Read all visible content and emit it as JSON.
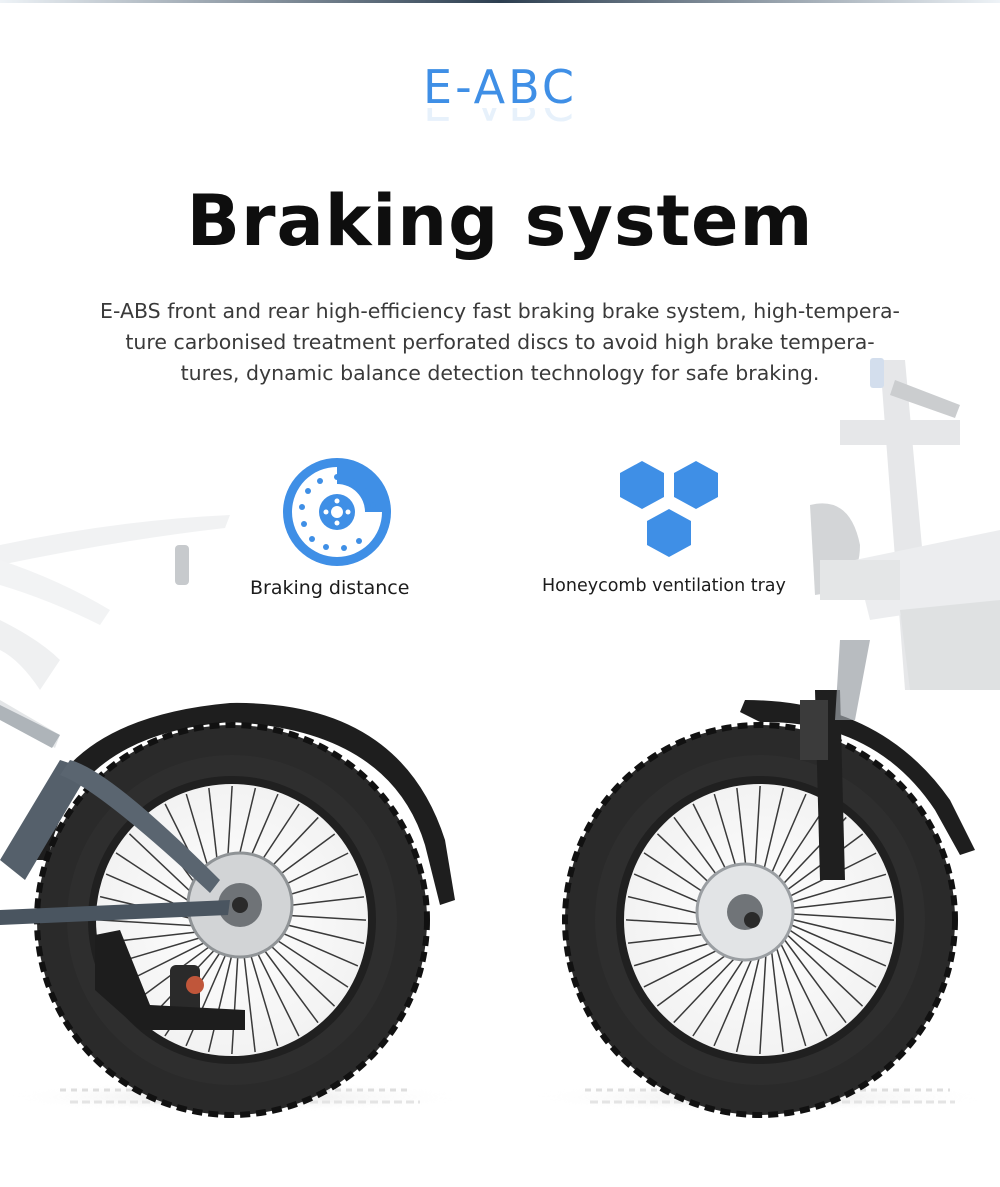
{
  "brand": "E-ABC",
  "title": "Braking system",
  "description_lines": [
    "E-ABS front and rear high-efficiency fast braking brake system, high-tempera-",
    "ture carbonised treatment perforated discs to avoid high brake tempera-",
    "tures, dynamic balance detection technology for safe braking."
  ],
  "features": [
    {
      "label": "Braking distance",
      "icon": "brake-disc-icon"
    },
    {
      "label": "Honeycomb ventilation tray",
      "icon": "honeycomb-icon"
    }
  ],
  "colors": {
    "accent": "#3f8fe6",
    "title": "#0e0e0e",
    "text": "#3a3a3a",
    "tire": "#222222",
    "frame": "#cfd3d6"
  }
}
